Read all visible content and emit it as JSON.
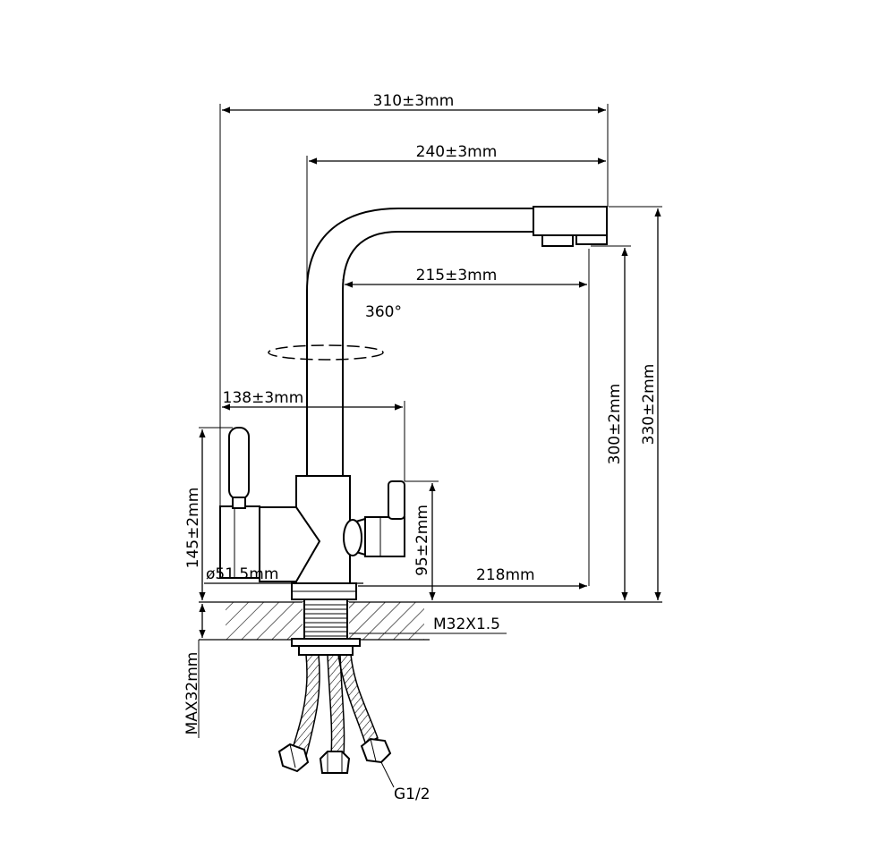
{
  "dimensions": {
    "overall_width": "310±3mm",
    "spout_reach": "240±3mm",
    "outlet_reach": "215±3mm",
    "rotation": "360°",
    "lever_offset": "138±3mm",
    "outlet_height": "300±2mm",
    "overall_height": "330±2mm",
    "handle_height": "145±2mm",
    "side_lever_height": "95±2mm",
    "base_diameter": "ø51.5mm",
    "base_to_outlet": "218mm",
    "thread": "M32X1.5",
    "max_thickness": "MAX32mm",
    "hose_thread": "G1/2"
  },
  "colors": {
    "line": "#000000",
    "background": "#ffffff"
  }
}
